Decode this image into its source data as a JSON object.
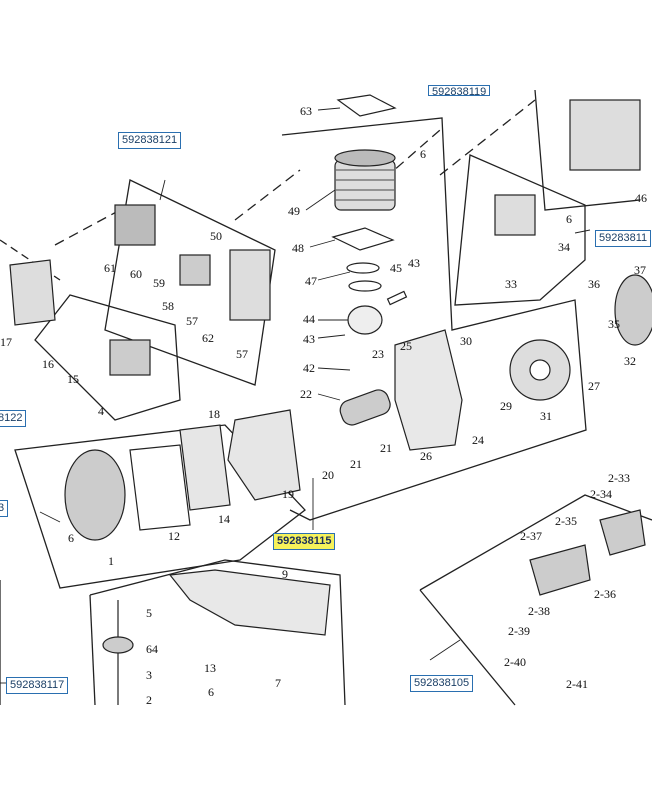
{
  "labels": {
    "sec_121": "592838121",
    "sec_119": "592838119",
    "sec_11x": "59283811",
    "sec_122": "8122",
    "sec_115": "592838115",
    "sec_3": "3",
    "sec_117": "592838117",
    "sec_105": "592838105"
  },
  "parts": {
    "p63": "63",
    "p6a": "6",
    "p49": "49",
    "p48": "48",
    "p47": "47",
    "p45": "45",
    "p43a": "43",
    "p44": "44",
    "p43b": "43",
    "p42": "42",
    "p23": "23",
    "p22": "22",
    "p21a": "21",
    "p21b": "21",
    "p20": "20",
    "p19": "19",
    "p26": "26",
    "p24": "24",
    "p25": "25",
    "p30": "30",
    "p29": "29",
    "p31": "31",
    "p18": "18",
    "p14": "14",
    "p12": "12",
    "p6b": "6",
    "p1": "1",
    "p61": "61",
    "p60": "60",
    "p59": "59",
    "p58": "58",
    "p57a": "57",
    "p57b": "57",
    "p50": "50",
    "p62": "62",
    "p17": "17",
    "p16": "16",
    "p15": "15",
    "p4": "4",
    "p6c": "6",
    "p34": "34",
    "p33": "33",
    "p46": "46",
    "p36": "36",
    "p37": "37",
    "p35": "35",
    "p32": "32",
    "p27": "27",
    "p2_34": "2-34",
    "p2_33": "2-33",
    "p2_35": "2-35",
    "p2_37": "2-37",
    "p2_36": "2-36",
    "p2_38": "2-38",
    "p2_39": "2-39",
    "p2_40": "2-40",
    "p2_41": "2-41",
    "p9": "9",
    "p5": "5",
    "p64": "64",
    "p3": "3",
    "p2": "2",
    "p13": "13",
    "p6d": "6",
    "p7": "7"
  },
  "colors": {
    "highlight": "#f6f25a",
    "box_border": "#2a6fb0",
    "line": "#222222"
  }
}
